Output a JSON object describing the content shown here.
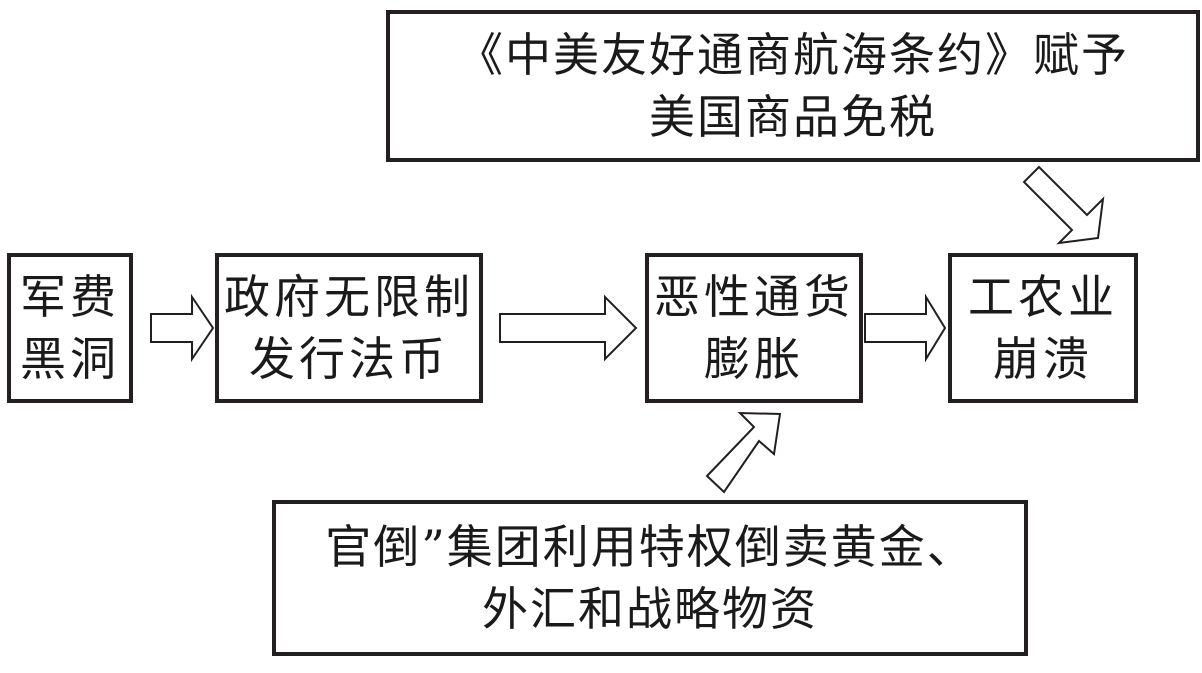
{
  "nodes": {
    "junfei": {
      "lines": [
        "军费",
        "黑洞"
      ]
    },
    "zhengfu": {
      "lines": [
        "政府无限制",
        "发行法币"
      ]
    },
    "tonghuo": {
      "lines": [
        "恶性通货",
        "膨胀"
      ]
    },
    "gongnong": {
      "lines": [
        "工农业",
        "崩溃"
      ]
    },
    "treaty": {
      "lines": [
        "《中美友好通商航海条约》赋予",
        "美国商品免税"
      ]
    },
    "guandao": {
      "lines": [
        "官倒”集团利用特权倒卖黄金、",
        "外汇和战略物资"
      ]
    }
  },
  "edges": [
    {
      "from": "junfei",
      "to": "zhengfu"
    },
    {
      "from": "zhengfu",
      "to": "tonghuo"
    },
    {
      "from": "tonghuo",
      "to": "gongnong"
    },
    {
      "from": "treaty",
      "to": "gongnong"
    },
    {
      "from": "guandao",
      "to": "tonghuo"
    }
  ],
  "colors": {
    "stroke": "#231f20",
    "fill": "#ffffff"
  }
}
